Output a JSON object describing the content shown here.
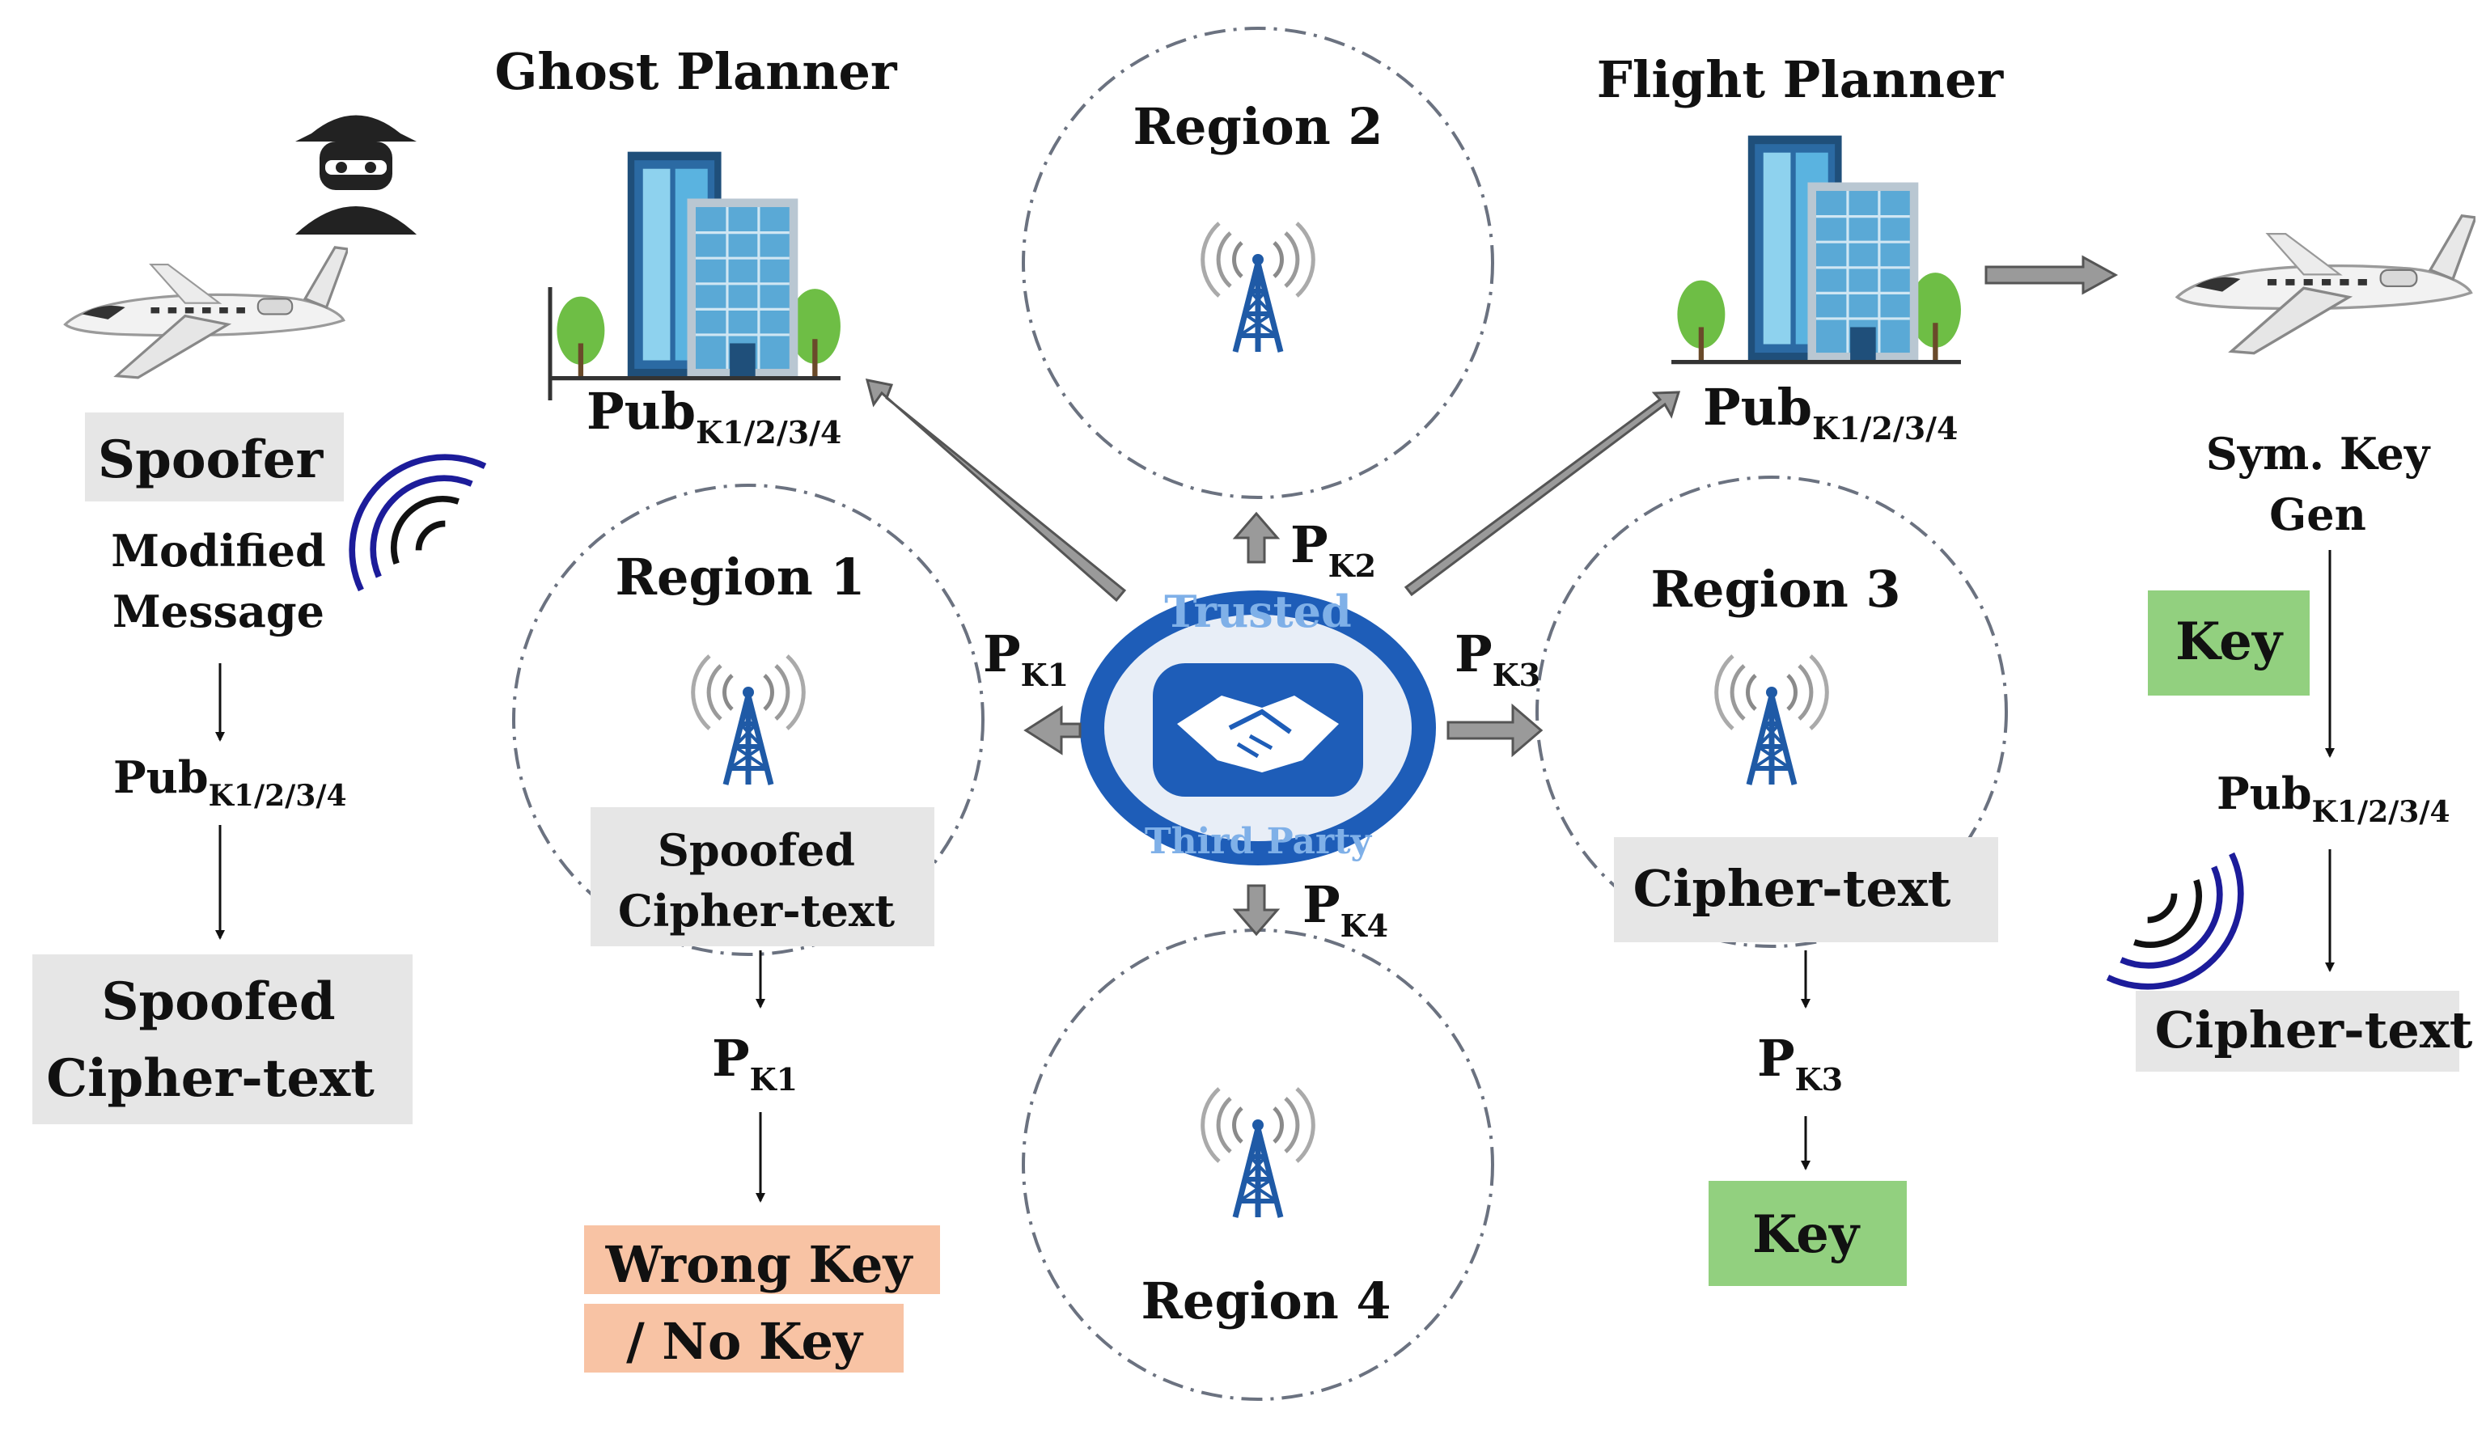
{
  "labels": {
    "ghost_planner": "Ghost Planner",
    "flight_planner": "Flight Planner",
    "region1": "Region 1",
    "region2": "Region 2",
    "region3": "Region 3",
    "region4": "Region 4",
    "pub_main": "Pub",
    "pub_sub": "K1/2/3/4",
    "p_main": "P",
    "pk1_sub": "K1",
    "pk2_sub": "K2",
    "pk3_sub": "K3",
    "pk4_sub": "K4",
    "spoofer": "Spoofer",
    "modified_line1": "Modified",
    "modified_line2": "Message",
    "spoofed_cipher_line1": "Spoofed",
    "spoofed_cipher_line2": "Cipher-text",
    "cipher_text": "Cipher-text",
    "key": "Key",
    "wrong_key_line1": "Wrong Key",
    "wrong_key_line2": "/ No Key",
    "sym_key_line1": "Sym. Key",
    "sym_key_line2": "Gen",
    "ttp_top": "Trusted",
    "ttp_bottom": "Third Party"
  },
  "icons": {
    "towers": [
      "radio-tower-icon",
      "radio-tower-icon",
      "radio-tower-icon",
      "radio-tower-icon"
    ],
    "buildings": [
      "office-building-icon",
      "office-building-icon"
    ],
    "aircraft": [
      "business-jet-icon",
      "business-jet-icon"
    ],
    "hacker": "hacker-icon",
    "handshake": "handshake-icon",
    "signal_waves": "signal-waves-icon"
  },
  "colors": {
    "tower_blue": "#1f5aa6",
    "ttp_blue": "#1e5db8",
    "key_green": "#92d07f",
    "wrong_key_salmon": "#f8c3a4",
    "label_grey": "#e6e6e6",
    "wave_blue": "#1c1c9a"
  }
}
